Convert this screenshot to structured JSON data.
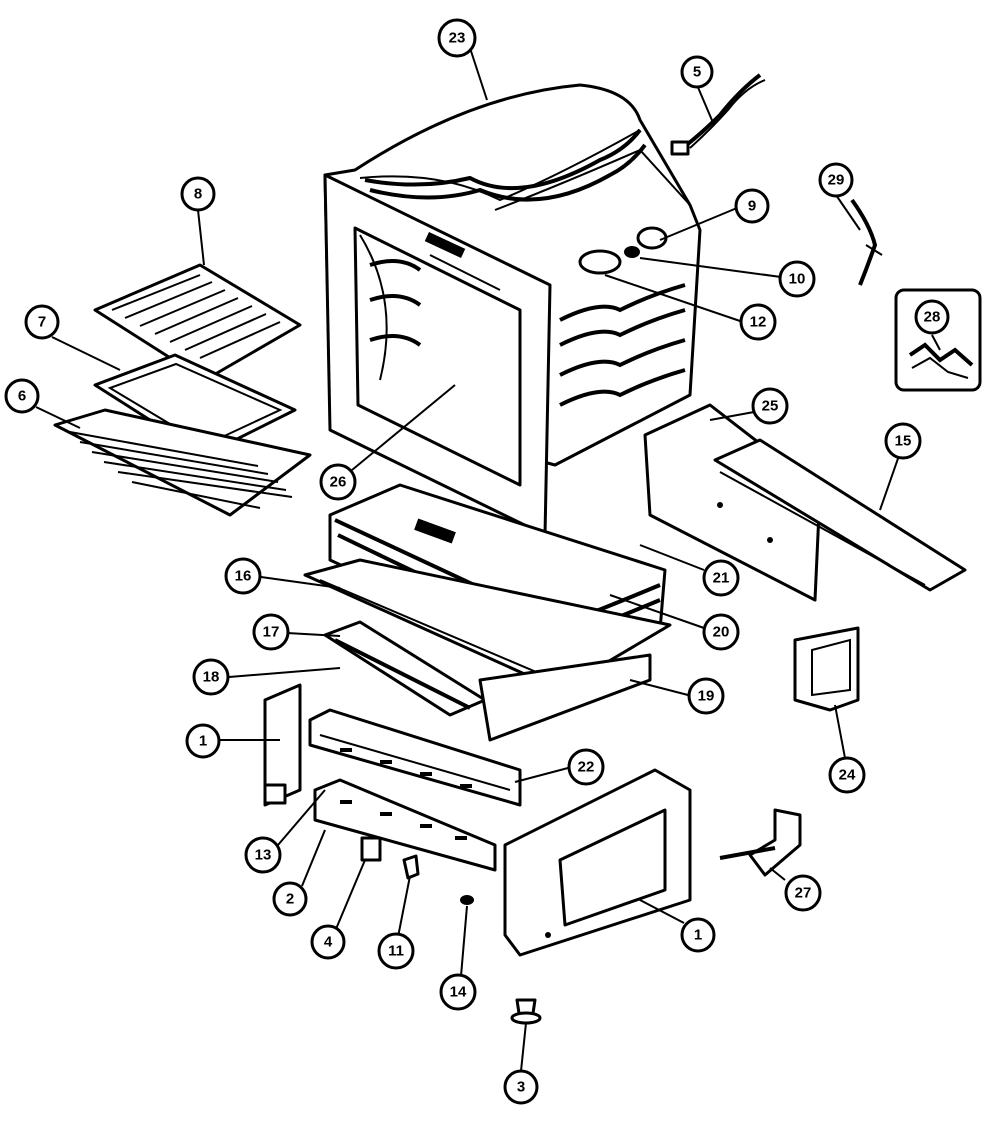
{
  "callouts": [
    {
      "id": "c23",
      "label": "23"
    },
    {
      "id": "c5",
      "label": "5"
    },
    {
      "id": "c8",
      "label": "8"
    },
    {
      "id": "c29",
      "label": "29"
    },
    {
      "id": "c9",
      "label": "9"
    },
    {
      "id": "c10",
      "label": "10"
    },
    {
      "id": "c7",
      "label": "7"
    },
    {
      "id": "c28",
      "label": "28"
    },
    {
      "id": "c12",
      "label": "12"
    },
    {
      "id": "c6",
      "label": "6"
    },
    {
      "id": "c25",
      "label": "25"
    },
    {
      "id": "c15",
      "label": "15"
    },
    {
      "id": "c26",
      "label": "26"
    },
    {
      "id": "c16",
      "label": "16"
    },
    {
      "id": "c21",
      "label": "21"
    },
    {
      "id": "c20",
      "label": "20"
    },
    {
      "id": "c17",
      "label": "17"
    },
    {
      "id": "c18",
      "label": "18"
    },
    {
      "id": "c19",
      "label": "19"
    },
    {
      "id": "c1a",
      "label": "1"
    },
    {
      "id": "c22",
      "label": "22"
    },
    {
      "id": "c24",
      "label": "24"
    },
    {
      "id": "c13",
      "label": "13"
    },
    {
      "id": "c2",
      "label": "2"
    },
    {
      "id": "c27",
      "label": "27"
    },
    {
      "id": "c4",
      "label": "4"
    },
    {
      "id": "c11",
      "label": "11"
    },
    {
      "id": "c1b",
      "label": "1"
    },
    {
      "id": "c14",
      "label": "14"
    },
    {
      "id": "c3",
      "label": "3"
    }
  ]
}
